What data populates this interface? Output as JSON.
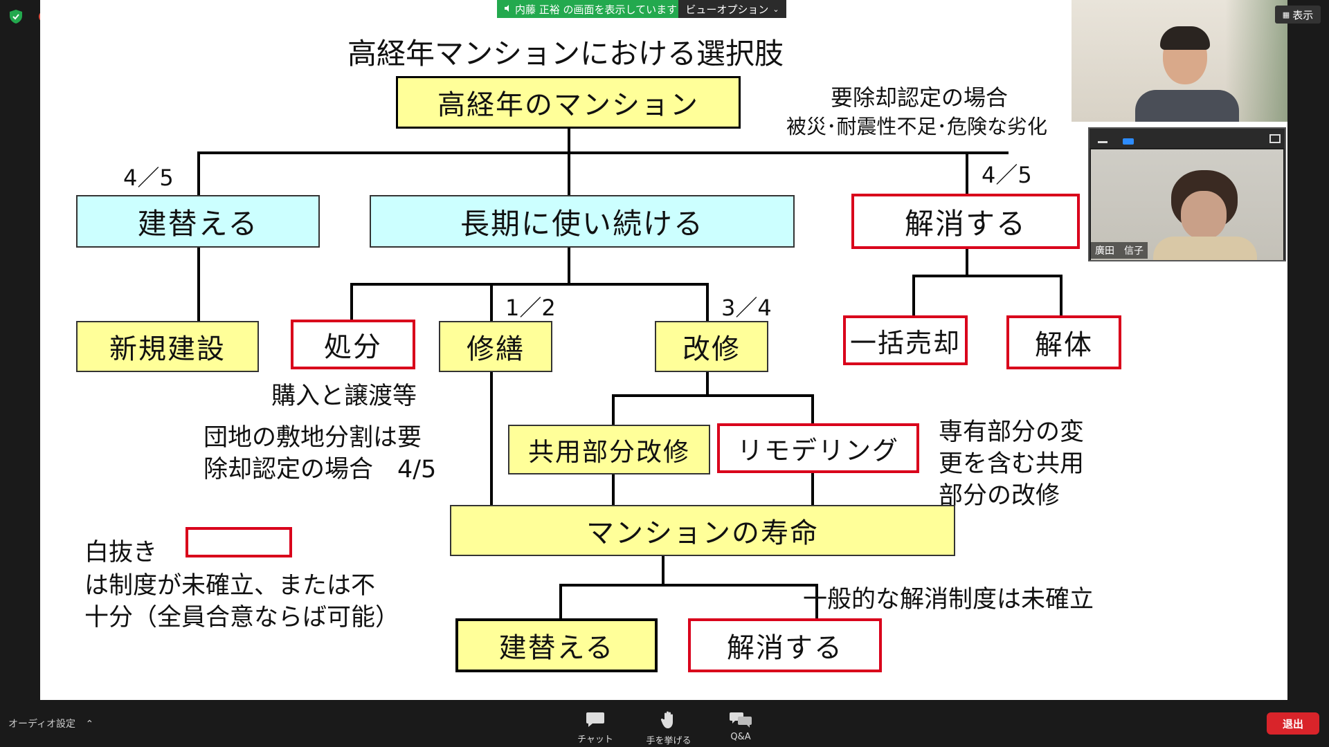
{
  "share_bar": {
    "sharing_text": "内藤 正裕 の画面を表示しています",
    "view_options": "ビューオプション",
    "view_label": "表示"
  },
  "slide": {
    "title": "高経年マンションにおける選択肢",
    "root": "高経年のマンション",
    "demolition_note_1": "要除却認定の場合",
    "demolition_note_2": "被災･耐震性不足･危険な劣化",
    "ratio_left": "4／5",
    "ratio_right": "4／5",
    "rebuild": "建替える",
    "long_use": "長期に使い続ける",
    "dissolve": "解消する",
    "new_build": "新規建設",
    "disposal": "処分",
    "ratio_half": "1／2",
    "repair": "修繕",
    "ratio_34": "3／4",
    "renovation": "改修",
    "bulk_sale": "一括売却",
    "dismantle": "解体",
    "disposal_note": "購入と譲渡等",
    "estate_note_1": "団地の敷地分割は要",
    "estate_note_2": "除却認定の場合　4/5",
    "common_renovation": "共用部分改修",
    "remodeling": "リモデリング",
    "remodel_note_1": "専有部分の変",
    "remodel_note_2": "更を含む共用",
    "remodel_note_3": "部分の改修",
    "lifespan": "マンションの寿命",
    "legend_1": "白抜き",
    "legend_2": "は制度が未確立、または不",
    "legend_3": "十分（全員合意ならば可能）",
    "general_note": "一般的な解消制度は未確立",
    "rebuild_2": "建替える",
    "dissolve_2": "解消する"
  },
  "participants": {
    "second_name": "廣田　信子"
  },
  "toolbar": {
    "audio_settings": "オーディオ設定",
    "chat": "チャット",
    "raise_hand": "手を挙げる",
    "qa": "Q&A",
    "leave": "退出"
  },
  "colors": {
    "yellow_box": "#ffff99",
    "blue_box": "#ccffff",
    "red_border": "#d9001b",
    "share_green": "#23a94e",
    "leave_red": "#d9242a"
  }
}
